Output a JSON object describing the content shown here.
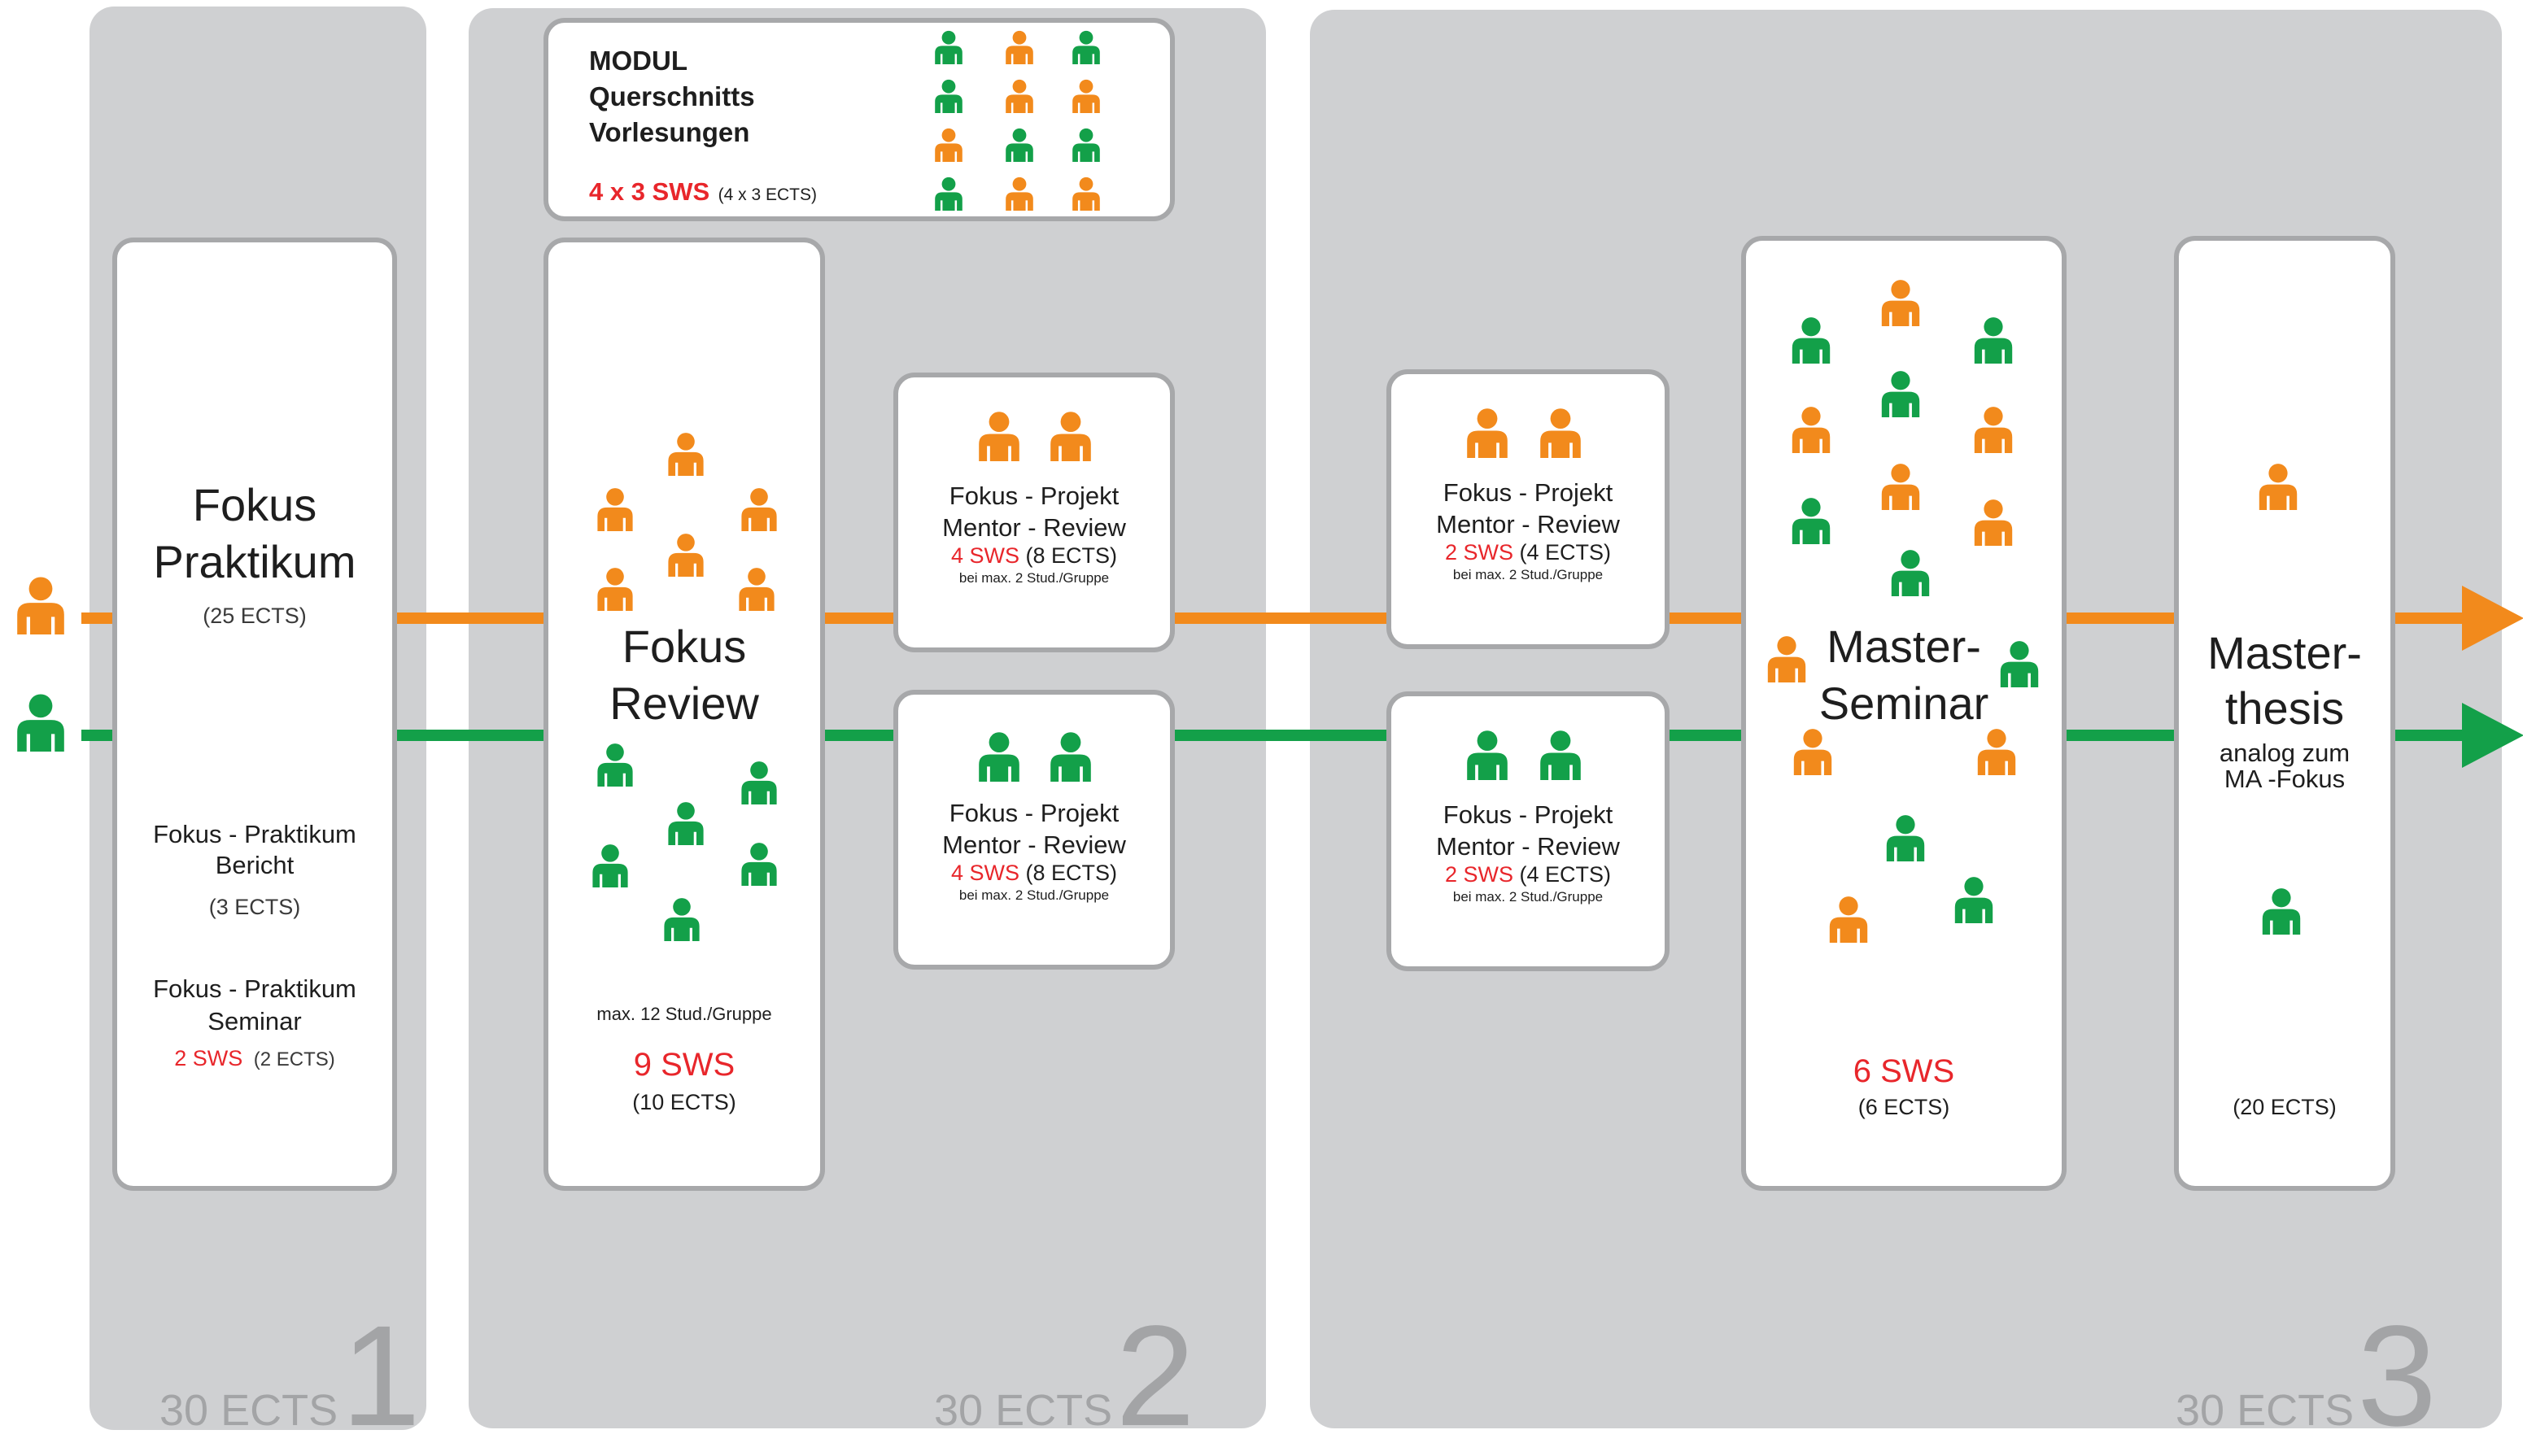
{
  "colors": {
    "orange": "#f28a1c",
    "green": "#13a049",
    "red": "#e8262b",
    "panel": "#cfd0d2",
    "border": "#a7a8aa"
  },
  "semesters": [
    {
      "ects": "30 ECTS",
      "number": "1"
    },
    {
      "ects": "30 ECTS",
      "number": "2"
    },
    {
      "ects": "30 ECTS",
      "number": "3"
    }
  ],
  "modul": {
    "line1": "MODUL",
    "line2": "Querschnitts",
    "line3": "Vorlesungen",
    "sws": "4 x 3 SWS",
    "ects": "(4 x 3 ECTS)"
  },
  "praktikum": {
    "title1": "Fokus",
    "title2": "Praktikum",
    "ects": "(25 ECTS)",
    "bericht1": "Fokus - Praktikum",
    "bericht2": "Bericht",
    "bericht_ects": "(3 ECTS)",
    "seminar1": "Fokus - Praktikum",
    "seminar2": "Seminar",
    "seminar_sws": "2 SWS",
    "seminar_ects": "(2 ECTS)"
  },
  "review": {
    "title1": "Fokus",
    "title2": "Review",
    "max": "max. 12 Stud./Gruppe",
    "sws": "9 SWS",
    "ects": "(10 ECTS)"
  },
  "mentor_s2": [
    {
      "line1": "Fokus - Projekt",
      "line2": "Mentor - Review",
      "sws": "4 SWS",
      "ects": "(8 ECTS)",
      "note": "bei max. 2 Stud./Gruppe"
    },
    {
      "line1": "Fokus - Projekt",
      "line2": "Mentor - Review",
      "sws": "4 SWS",
      "ects": "(8 ECTS)",
      "note": "bei max. 2 Stud./Gruppe"
    }
  ],
  "mentor_s3": [
    {
      "line1": "Fokus - Projekt",
      "line2": "Mentor - Review",
      "sws": "2 SWS",
      "ects": "(4 ECTS)",
      "note": "bei max. 2 Stud./Gruppe"
    },
    {
      "line1": "Fokus - Projekt",
      "line2": "Mentor - Review",
      "sws": "2 SWS",
      "ects": "(4 ECTS)",
      "note": "bei max. 2 Stud./Gruppe"
    }
  ],
  "seminar": {
    "title1": "Master-",
    "title2": "Seminar",
    "sws": "6 SWS",
    "ects": "(6 ECTS)"
  },
  "thesis": {
    "title1": "Master-",
    "title2": "thesis",
    "sub1": "analog zum",
    "sub2": "MA -Fokus",
    "ects": "(20 ECTS)"
  }
}
